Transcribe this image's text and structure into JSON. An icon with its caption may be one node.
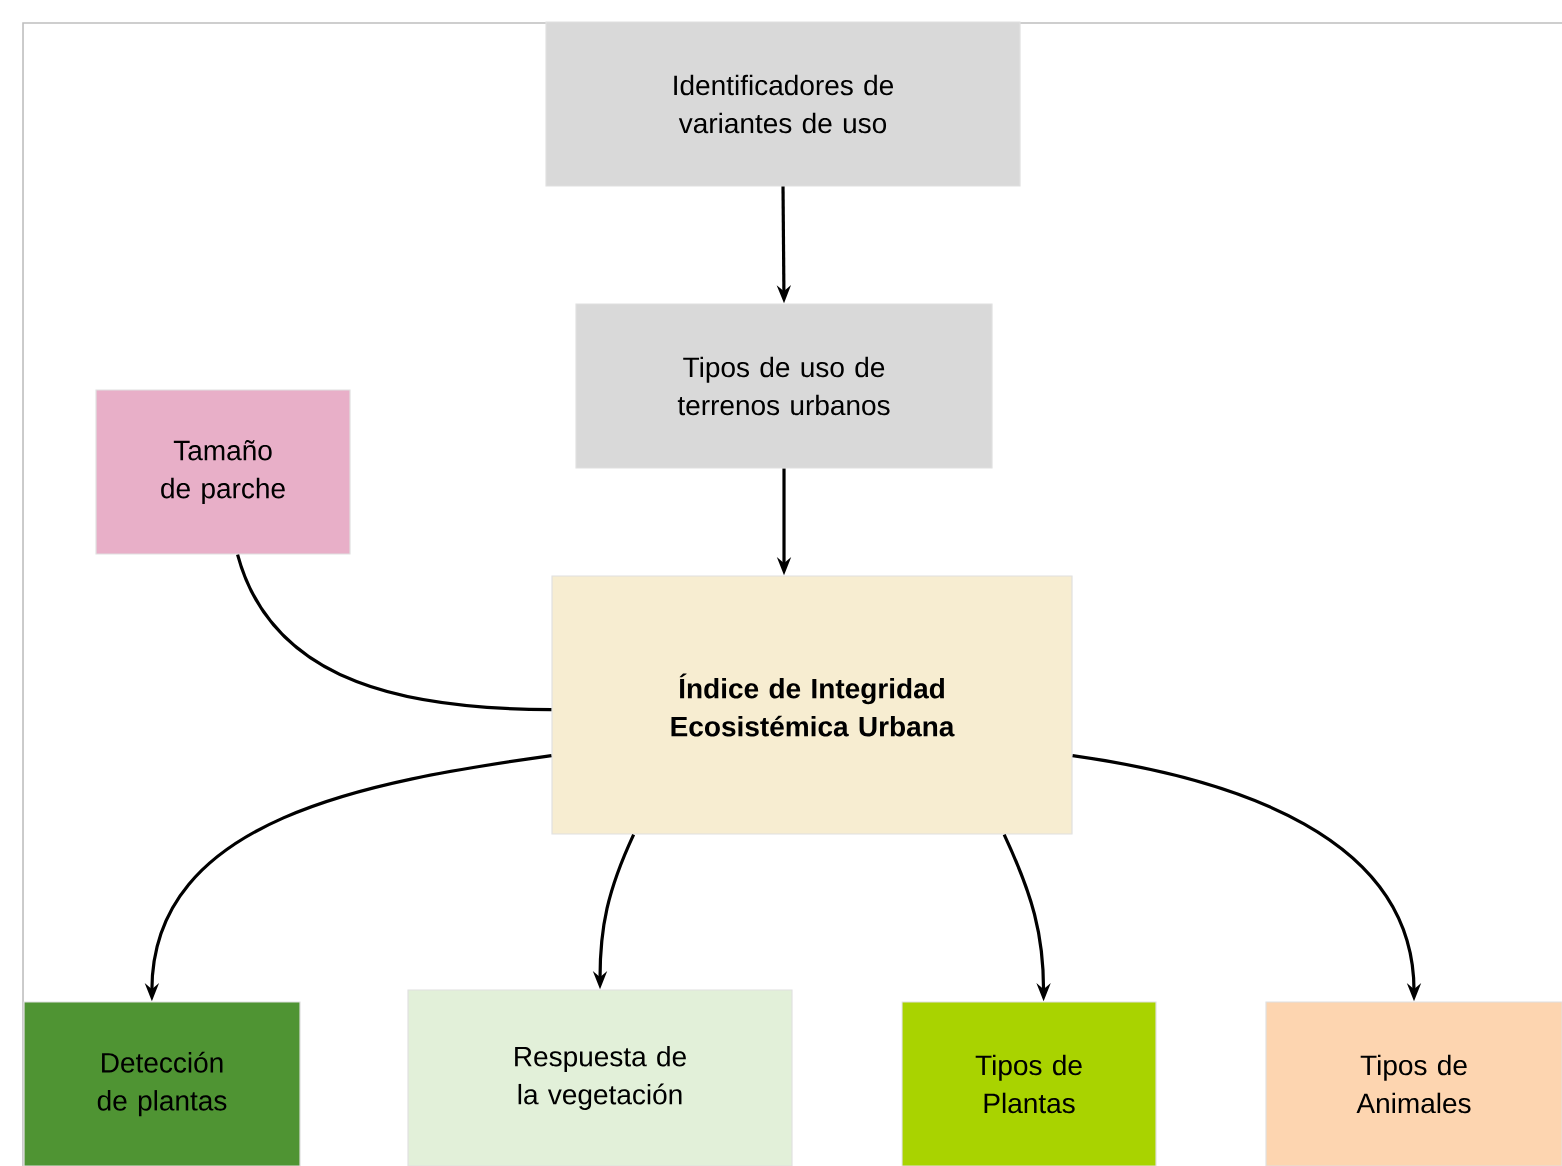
{
  "diagram": {
    "nodes": [
      {
        "text": [
          "Identificadores de variantes de uso"
        ]
      },
      {
        "text": [
          "Tipos de uso de terrenos urbanos"
        ]
      },
      {
        "text": [
          "Tamaño de parche"
        ]
      },
      {
        "text": [
          "Índice de Integridad Ecosistémica Urbana"
        ]
      },
      {
        "text": [
          "Detección de plantas"
        ]
      },
      {
        "text": [
          "Respuesta de la vegetación"
        ]
      },
      {
        "text": [
          "Tipos de Plantas"
        ]
      },
      {
        "text": [
          "Tipos de Animales"
        ]
      }
    ],
    "edges": [
      {
        "from": 0,
        "to": 1,
        "arrow": "to"
      },
      {
        "from": 1,
        "to": 3,
        "arrow": "to"
      },
      {
        "from": 2,
        "to": 3,
        "arrow": "none"
      },
      {
        "from": 3,
        "to": 4,
        "arrow": "to"
      },
      {
        "from": 3,
        "to": 5,
        "arrow": "to"
      },
      {
        "from": 3,
        "to": 6,
        "arrow": "to"
      },
      {
        "from": 3,
        "to": 7,
        "arrow": "to"
      }
    ]
  }
}
